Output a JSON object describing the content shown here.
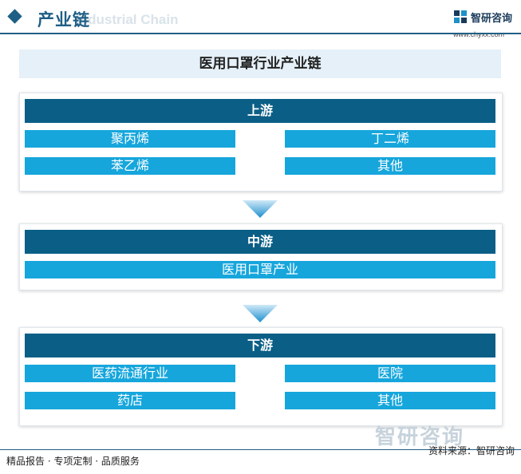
{
  "header": {
    "title": "产业链",
    "watermark_text": "Industrial Chain",
    "logo_name": "智研咨询",
    "logo_url": "www.chyxx.com"
  },
  "diagram": {
    "title": "医用口罩行业产业链",
    "upstream": {
      "label": "上游",
      "items": [
        "聚丙烯",
        "丁二烯",
        "苯乙烯",
        "其他"
      ]
    },
    "midstream": {
      "label": "中游",
      "items": [
        "医用口罩产业"
      ]
    },
    "downstream": {
      "label": "下游",
      "items": [
        "医药流通行业",
        "医院",
        "药店",
        "其他"
      ]
    }
  },
  "footer": {
    "left_text": "精品报告 · 专项定制 · 品质服务",
    "source": "资料来源：智研咨询",
    "watermark": "智研咨询"
  },
  "colors": {
    "band": "#0b5f86",
    "cell": "#16a6dc",
    "accent": "#1f5f86",
    "title_bg": "#e5f0f8"
  }
}
